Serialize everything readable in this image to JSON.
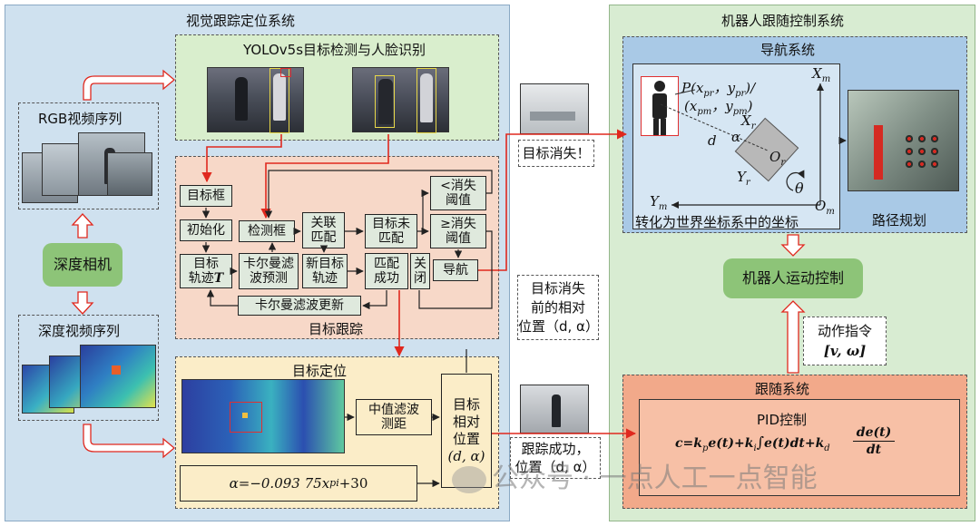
{
  "colors": {
    "vision_bg": "#cfe1ef",
    "control_bg": "#d8ecd2",
    "detect_bg": "#d9eecd",
    "track_bg": "#f7d8c8",
    "locate_bg": "#fbedc8",
    "nav_bg": "#a9c9e6",
    "follow_bg": "#f2a98a",
    "depth_cam": "#8dc478",
    "red_arrow": "#e0281e"
  },
  "vision": {
    "title": "视觉跟踪定位系统",
    "detect_title": "YOLOv5s目标检测与人脸识别",
    "rgb_seq": "RGB视频序列",
    "depth_cam": "深度相机",
    "depth_seq": "深度视频序列",
    "track": {
      "title": "目标跟踪",
      "target_box": "目标框",
      "init": "初始化",
      "trajectory": "目标轨迹",
      "traj_sym": "T",
      "detect_box": "检测框",
      "kalman_pred": "卡尔曼滤波预测",
      "assoc": "关联匹配",
      "new_traj": "新目标轨迹",
      "unmatched": "目标未匹配",
      "lt_disappear": "<消失阈值",
      "ge_disappear": "≥消失阈值",
      "match_ok": "匹配成功",
      "close": "关闭",
      "navigate": "导航",
      "kalman_update": "卡尔曼滤波更新"
    },
    "locate": {
      "title": "目标定位",
      "median": "中值滤波测距",
      "relpos_1": "目标",
      "relpos_2": "相对",
      "relpos_3": "位置",
      "relpos_4": "(d, α)",
      "formula": "α=−0.093 75x",
      "formula_sub": "pi",
      "formula_tail": "+30"
    }
  },
  "middle": {
    "lost": "目标消失！",
    "prev_1": "目标消失",
    "prev_2": "前的相对",
    "prev_3": "位置（d, α）",
    "succ_1": "跟踪成功，",
    "succ_2": "位置（d, α）"
  },
  "control": {
    "title": "机器人跟随控制系统",
    "nav": {
      "title": "导航系统",
      "p_label": "P(x",
      "p_1": "pr",
      "p_2": "，y",
      "p_3": "pr",
      "p_4": ")/",
      "q_1": "(x",
      "q_2": "pm",
      "q_3": "，y",
      "q_4": "pm",
      "q_5": ")",
      "d": "d",
      "alpha": "α",
      "xm": "X",
      "xm_sub": "m",
      "ym": "Y",
      "ym_sub": "m",
      "om": "O",
      "om_sub": "m",
      "xr": "X",
      "xr_sub": "r",
      "yr": "Y",
      "yr_sub": "r",
      "or": "O",
      "or_sub": "r",
      "theta": "θ",
      "convert": "转化为世界坐标系中的坐标",
      "path": "路径规划"
    },
    "motion": "机器人运动控制",
    "cmd_1": "动作指令",
    "cmd_2": "[v, ω]",
    "follow": {
      "title": "跟随系统",
      "pid": "PID控制",
      "eq": "c=k",
      "eq_p": "p",
      "eq_2": "e(t)+k",
      "eq_i": "i",
      "eq_3": "∫",
      "eq_4": "e(t)dt+k",
      "eq_d": "d",
      "eq_num": "de(t)",
      "eq_den": "dt"
    }
  },
  "watermark": "公众号 · 一点人工一点智能"
}
